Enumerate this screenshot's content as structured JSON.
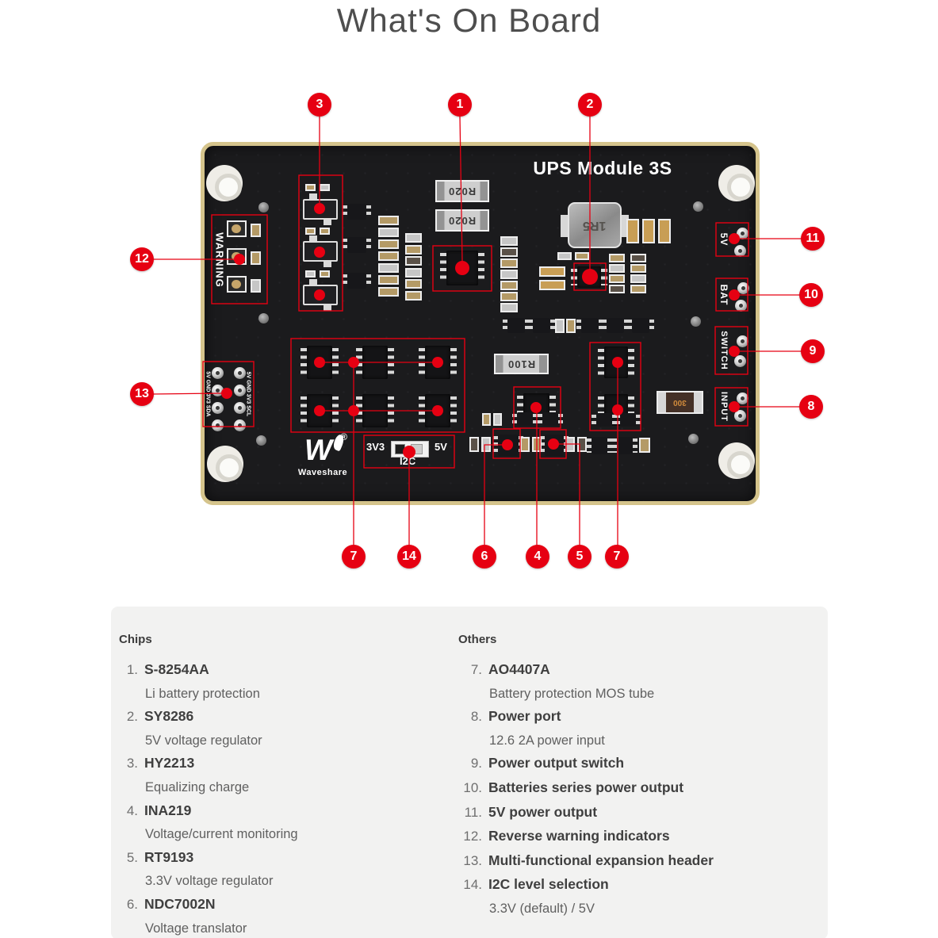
{
  "title": "What's On Board",
  "board": {
    "name": "UPS Module 3S",
    "warning_label": "WARNING",
    "ports": {
      "v5": "5V",
      "bat": "BAT",
      "switch": "SWITCH",
      "input": "INPUT"
    },
    "header": {
      "left": "5V GND 3V3 SDA",
      "right": "5V GND 3V3 SCL"
    },
    "i2c": {
      "left": "3V3",
      "right": "5V",
      "label": "I2C"
    },
    "components": {
      "r020": "R020",
      "r100": "R100",
      "c300": "300",
      "inductor": "1R5"
    },
    "logo": {
      "mark": "W",
      "registered": "®",
      "text": "Waveshare"
    }
  },
  "callouts": [
    {
      "n": "3"
    },
    {
      "n": "1"
    },
    {
      "n": "2"
    },
    {
      "n": "11"
    },
    {
      "n": "10"
    },
    {
      "n": "9"
    },
    {
      "n": "8"
    },
    {
      "n": "12"
    },
    {
      "n": "13"
    },
    {
      "n": "7"
    },
    {
      "n": "14"
    },
    {
      "n": "6"
    },
    {
      "n": "4"
    },
    {
      "n": "5"
    },
    {
      "n": "7"
    }
  ],
  "accent_color": "#e60012",
  "legend": {
    "chips": {
      "heading": "Chips",
      "items": [
        {
          "num": "1.",
          "name": "S-8254AA",
          "desc": "Li battery protection"
        },
        {
          "num": "2.",
          "name": "SY8286",
          "desc": "5V voltage regulator"
        },
        {
          "num": "3.",
          "name": "HY2213",
          "desc": "Equalizing charge"
        },
        {
          "num": "4.",
          "name": "INA219",
          "desc": "Voltage/current monitoring"
        },
        {
          "num": "5.",
          "name": "RT9193",
          "desc": "3.3V voltage regulator"
        },
        {
          "num": "6.",
          "name": "NDC7002N",
          "desc": "Voltage translator"
        }
      ]
    },
    "others": {
      "heading": "Others",
      "items": [
        {
          "num": "7.",
          "name": "AO4407A",
          "desc": "Battery protection MOS tube"
        },
        {
          "num": "8.",
          "name": "Power port",
          "desc": "12.6 2A power input"
        },
        {
          "num": "9.",
          "name": "Power output switch"
        },
        {
          "num": "10.",
          "name": "Batteries series power output"
        },
        {
          "num": "11.",
          "name": "5V power output"
        },
        {
          "num": "12.",
          "name": "Reverse warning indicators"
        },
        {
          "num": "13.",
          "name": "Multi-functional expansion header"
        },
        {
          "num": "14.",
          "name": "I2C level selection",
          "desc": "3.3V (default) / 5V"
        }
      ]
    }
  }
}
